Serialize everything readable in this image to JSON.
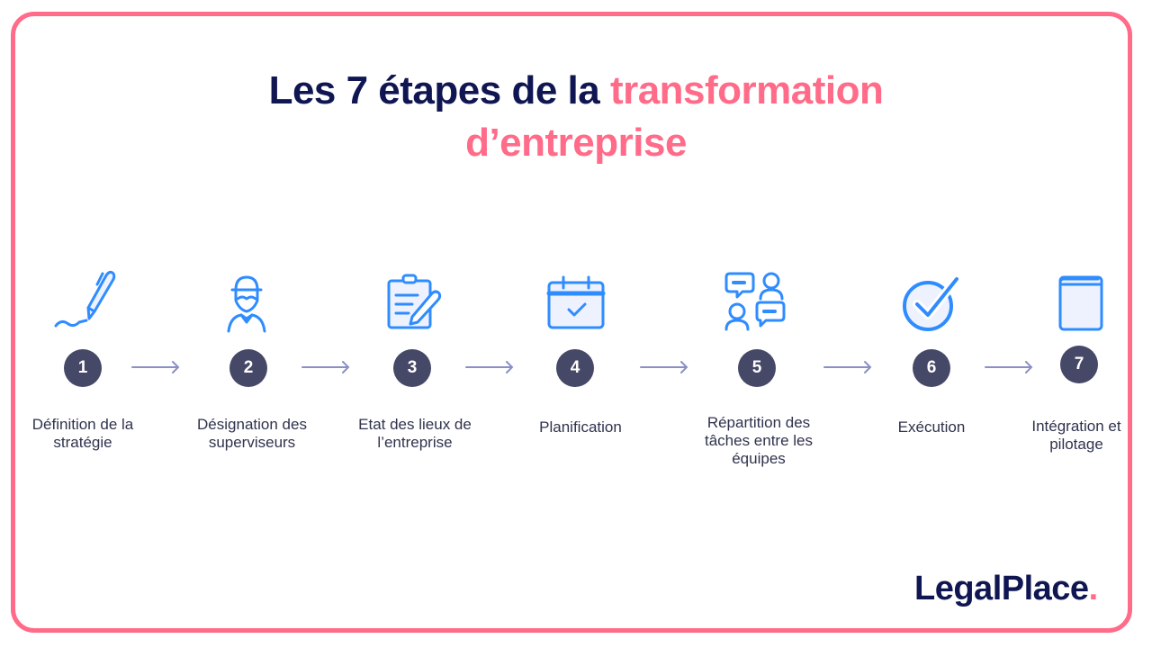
{
  "title": {
    "part1": "Les 7 étapes de la ",
    "part2": "transformation",
    "part3": "d’entreprise"
  },
  "colors": {
    "navy": "#0f1652",
    "accent_pink": "#ff6b88",
    "icon_blue": "#2f8cff",
    "circle": "#454866",
    "arrow": "#8a8fc4"
  },
  "steps": [
    {
      "number": "1",
      "label": "Définition de la stratégie",
      "icon": "pen-signature-icon"
    },
    {
      "number": "2",
      "label": "Désignation des superviseurs",
      "icon": "supervisor-person-icon"
    },
    {
      "number": "3",
      "label": "Etat des lieux de l’entreprise",
      "icon": "clipboard-edit-icon"
    },
    {
      "number": "4",
      "label": "Planification",
      "icon": "calendar-check-icon"
    },
    {
      "number": "5",
      "label": "Répartition des tâches entre les équipes",
      "icon": "team-chat-icon"
    },
    {
      "number": "6",
      "label": "Exécution",
      "icon": "check-circle-icon"
    },
    {
      "number": "7",
      "label": "Intégration et pilotage",
      "icon": "book-icon"
    }
  ],
  "logo": {
    "text": "LegalPlace",
    "dot": "."
  }
}
